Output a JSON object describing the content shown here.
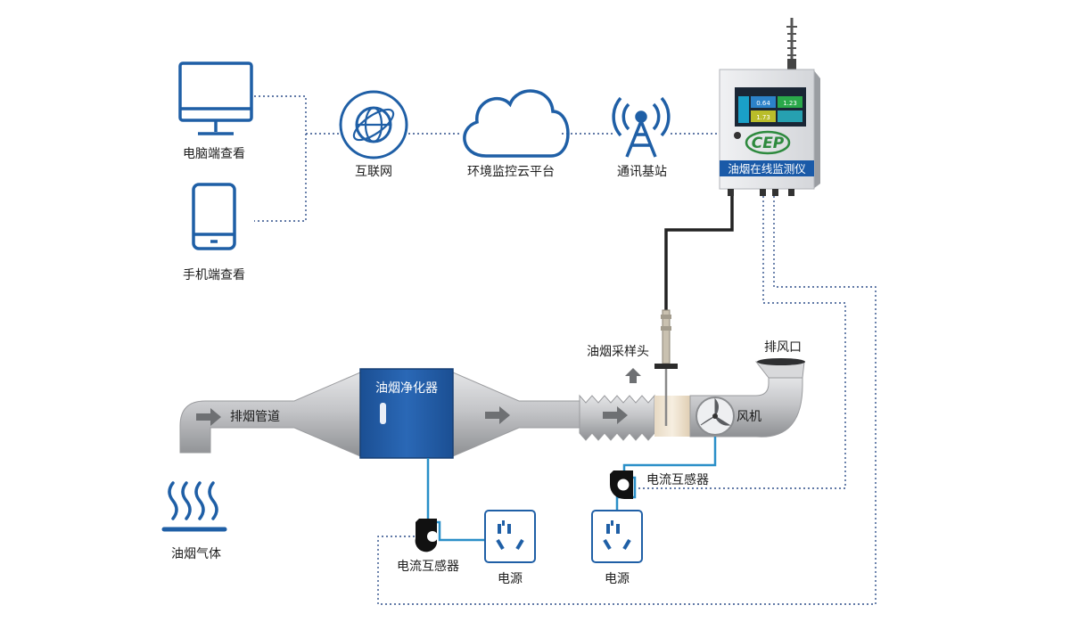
{
  "labels": {
    "pc_view": "电脑端查看",
    "mobile_view": "手机端查看",
    "internet": "互联网",
    "cloud_platform": "环境监控云平台",
    "base_station": "通讯基站",
    "monitor_name": "油烟在线监测仪",
    "monitor_brand": "CEP",
    "sampling_head": "油烟采样头",
    "exhaust_outlet": "排风口",
    "exhaust_duct": "排烟管道",
    "purifier": "油烟净化器",
    "fan": "风机",
    "current_transformer_fan": "电流互感器",
    "current_transformer_purifier": "电流互感器",
    "power_purifier": "电源",
    "power_fan": "电源",
    "oil_fume_gas": "油烟气体"
  },
  "monitor_screen": {
    "values": [
      "0.64",
      "1.23",
      "1.73",
      ""
    ]
  },
  "colors": {
    "blue": "#1a5aa8",
    "icon_blue": "#1f5fa6",
    "duct": "#bfc0c2",
    "cable_blue": "#2a8fc8",
    "dotted": "#2f4f8a"
  }
}
